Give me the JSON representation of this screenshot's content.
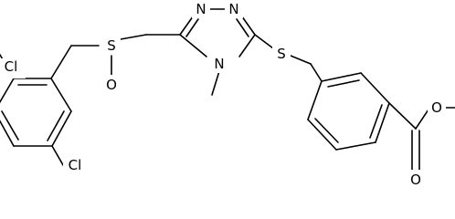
{
  "structure": {
    "atoms": {
      "cl_top": "Cl",
      "cl_bottom": "Cl",
      "s_sulfinyl": "S",
      "o_sulfinyl": "O",
      "n1": "N",
      "n2": "N",
      "n4": "N",
      "methyl": "",
      "s_thio": "S",
      "o_ester_single": "O",
      "o_ester_double": "O"
    }
  }
}
